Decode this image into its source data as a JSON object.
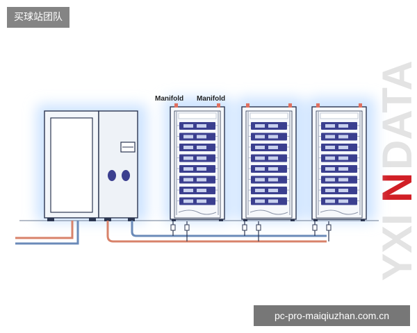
{
  "badge": {
    "text": "买球站团队"
  },
  "watermark": {
    "text": "pc-pro-maiqiuzhan.com.cn"
  },
  "diagram": {
    "manifold_labels": [
      "Manifold",
      "Manifold"
    ],
    "brand_mark": {
      "prefix": "YXI",
      "accent_letter": "N",
      "suffix": "DATA"
    },
    "rack_count": 3,
    "modules_per_rack": 8
  },
  "colors": {
    "glow": "#cfe4ff",
    "outline": "#2b3550",
    "module": "#3b3f8f",
    "red_pipe": "#d8826a",
    "blue_pipe": "#6a8ab8",
    "brand_red": "#d11f26",
    "brand_grey": "#e3e3e3"
  }
}
